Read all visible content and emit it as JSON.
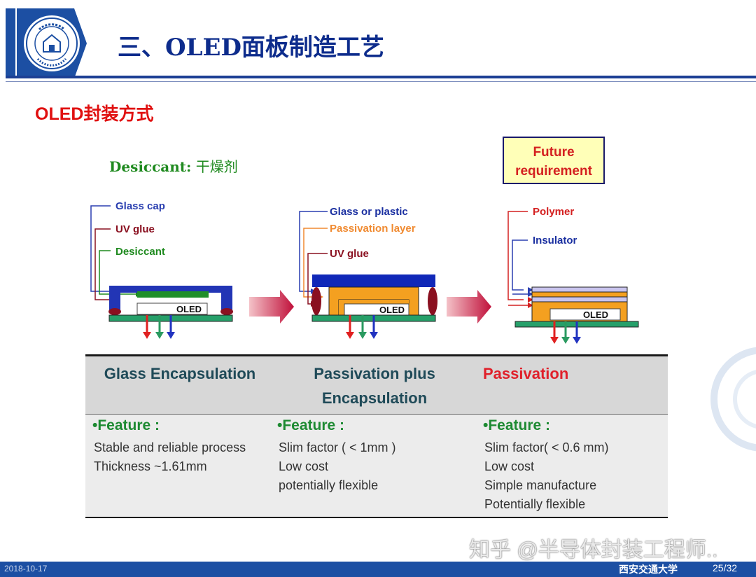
{
  "header": {
    "title": "三、OLED面板制造工艺",
    "logo_icon": "xjtu-seal-icon",
    "brand_color": "#1c4fa3"
  },
  "subtitle": "OLED封装方式",
  "diagram": {
    "desiccant_label": "Desiccant:",
    "desiccant_cn": " 干燥剂",
    "future_requirement": [
      "Future",
      "requirement"
    ],
    "oled_label": "OLED",
    "panel1": {
      "labels": [
        "Glass cap",
        "UV glue",
        "Desiccant"
      ]
    },
    "panel2": {
      "labels": [
        "Glass or plastic",
        "Passivation layer",
        "UV glue"
      ]
    },
    "panel3": {
      "labels": [
        "Polymer",
        "Insulator"
      ]
    }
  },
  "table": {
    "columns": [
      {
        "header": [
          "Glass Encapsulation"
        ],
        "feature": "•Feature :",
        "lines": [
          "Stable and reliable process",
          "Thickness ~1.61mm"
        ]
      },
      {
        "header": [
          "Passivation plus",
          "Encapsulation"
        ],
        "feature": "•Feature :",
        "lines": [
          "Slim factor ( < 1mm )",
          " Low cost",
          " potentially flexible"
        ]
      },
      {
        "header": [
          "Passivation"
        ],
        "feature": "•Feature :",
        "lines": [
          "Slim factor( < 0.6 mm)",
          "Low cost",
          "Simple manufacture",
          "Potentially flexible"
        ]
      }
    ]
  },
  "watermark": "知乎 @半导体封装工程师..",
  "footer": {
    "date": "2018-10-17",
    "institution": "西安交通大学",
    "page": "25/32"
  }
}
